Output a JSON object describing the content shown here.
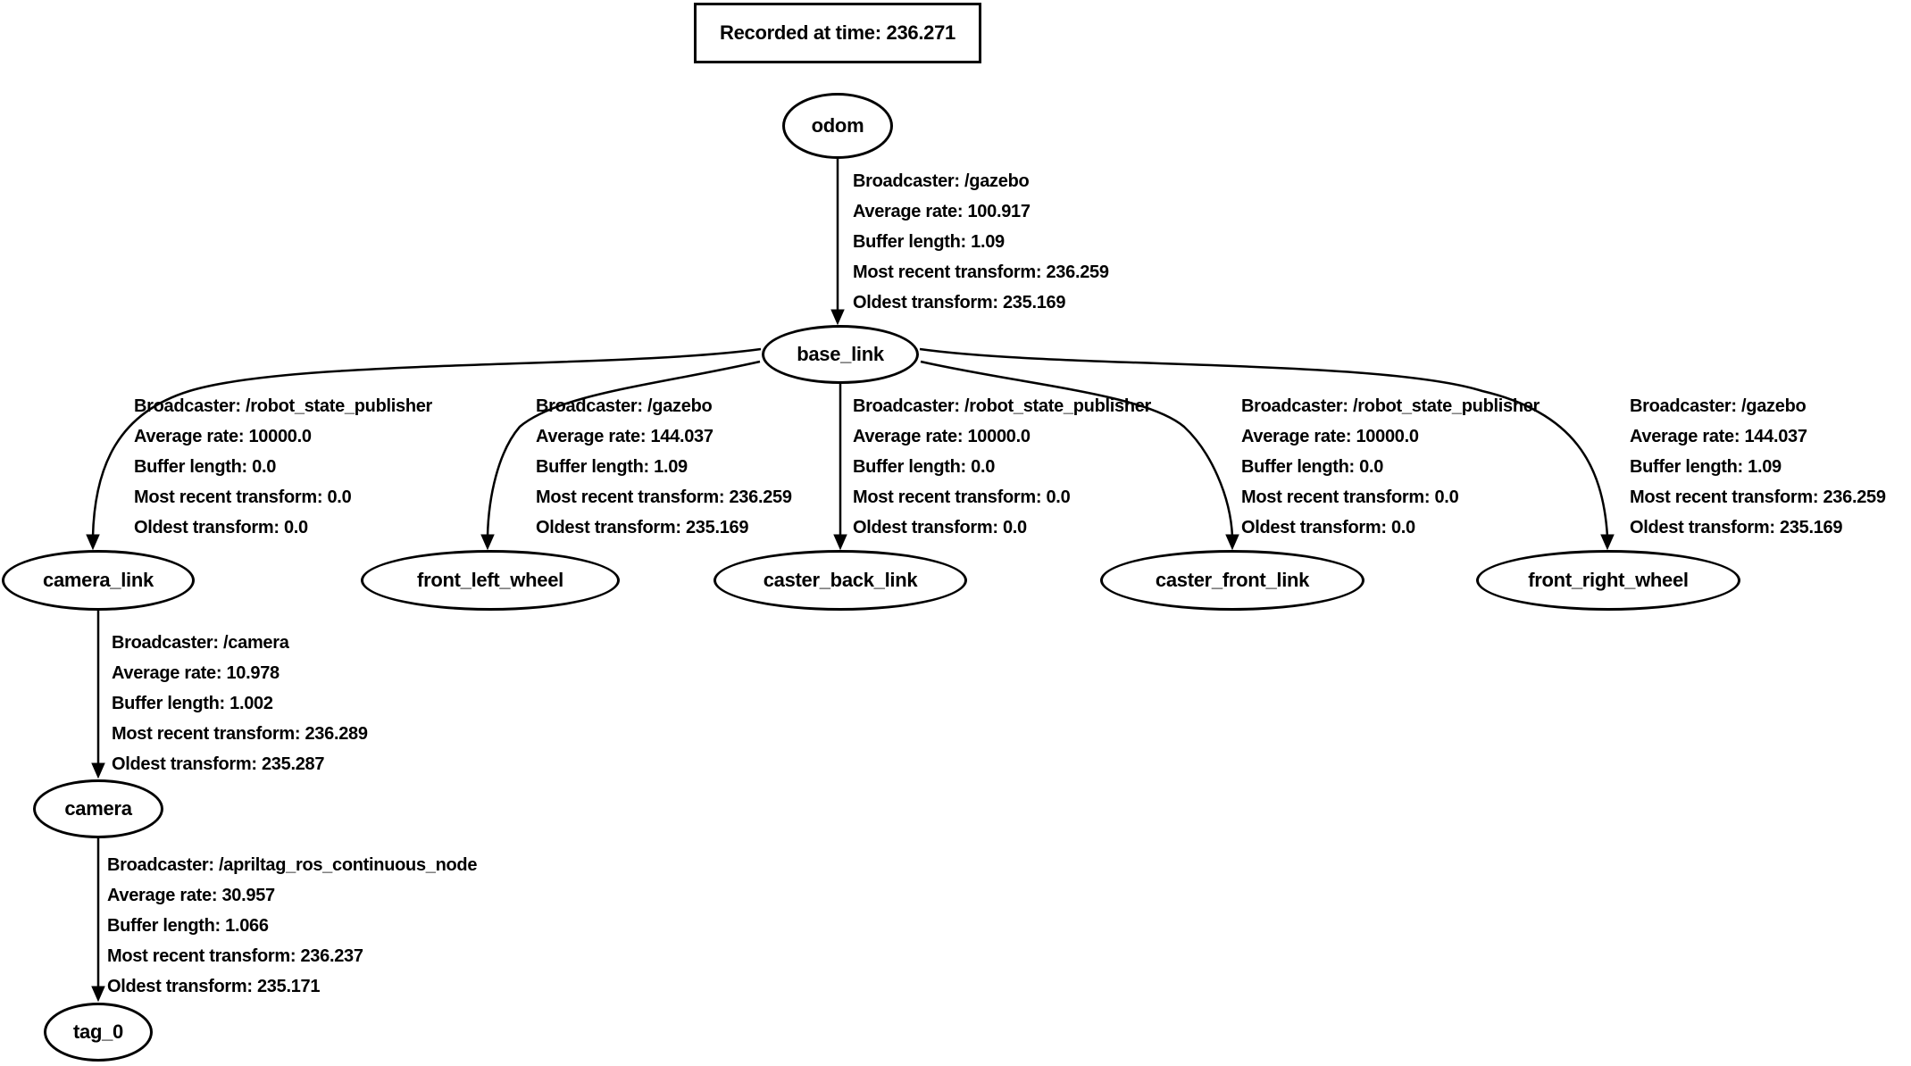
{
  "title": {
    "label": "Recorded at time: 236.271"
  },
  "field_order": [
    "broadcaster",
    "average_rate",
    "buffer_length",
    "most_recent",
    "oldest"
  ],
  "field_labels": {
    "broadcaster": "Broadcaster: ",
    "average_rate": "Average rate: ",
    "buffer_length": "Buffer length: ",
    "most_recent": "Most recent transform: ",
    "oldest": "Oldest transform: "
  },
  "nodes": {
    "odom": {
      "label": "odom"
    },
    "base_link": {
      "label": "base_link"
    },
    "camera_link": {
      "label": "camera_link"
    },
    "front_left_wheel": {
      "label": "front_left_wheel"
    },
    "caster_back_link": {
      "label": "caster_back_link"
    },
    "caster_front_link": {
      "label": "caster_front_link"
    },
    "front_right_wheel": {
      "label": "front_right_wheel"
    },
    "camera": {
      "label": "camera"
    },
    "tag_0": {
      "label": "tag_0"
    }
  },
  "edges": {
    "odom_to_base_link": {
      "broadcaster": "/gazebo",
      "average_rate": "100.917",
      "buffer_length": "1.09",
      "most_recent": "236.259",
      "oldest": "235.169"
    },
    "base_link_to_camera_link": {
      "broadcaster": "/robot_state_publisher",
      "average_rate": "10000.0",
      "buffer_length": "0.0",
      "most_recent": "0.0",
      "oldest": "0.0"
    },
    "base_link_to_front_left_wheel": {
      "broadcaster": "/gazebo",
      "average_rate": "144.037",
      "buffer_length": "1.09",
      "most_recent": "236.259",
      "oldest": "235.169"
    },
    "base_link_to_caster_back_link": {
      "broadcaster": "/robot_state_publisher",
      "average_rate": "10000.0",
      "buffer_length": "0.0",
      "most_recent": "0.0",
      "oldest": "0.0"
    },
    "base_link_to_caster_front_link": {
      "broadcaster": "/robot_state_publisher",
      "average_rate": "10000.0",
      "buffer_length": "0.0",
      "most_recent": "0.0",
      "oldest": "0.0"
    },
    "base_link_to_front_right_wheel": {
      "broadcaster": "/gazebo",
      "average_rate": "144.037",
      "buffer_length": "1.09",
      "most_recent": "236.259",
      "oldest": "235.169"
    },
    "camera_link_to_camera": {
      "broadcaster": "/camera",
      "average_rate": "10.978",
      "buffer_length": "1.002",
      "most_recent": "236.289",
      "oldest": "235.287"
    },
    "camera_to_tag_0": {
      "broadcaster": "/apriltag_ros_continuous_node",
      "average_rate": "30.957",
      "buffer_length": "1.066",
      "most_recent": "236.237",
      "oldest": "235.171"
    }
  }
}
